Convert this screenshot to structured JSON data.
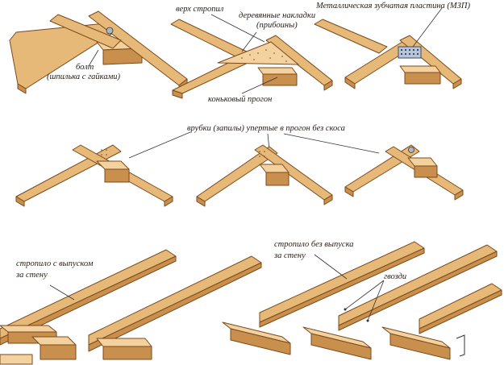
{
  "labels": {
    "bolt_line1": "болт",
    "bolt_line2": "(шпилька с гайками)",
    "rafter_top": "верх стропил",
    "wood_overlays_line1": "деревянные накладки",
    "wood_overlays_line2": "(прибоины)",
    "ridge_purlin": "коньковый прогон",
    "metal_plate": "Металлическая зубчатая пластина (МЗП)",
    "notches": "врубки (запилы) упертые в прогон без скоса",
    "rafter_overhang_line1": "стропило с выпуском",
    "rafter_overhang_line2": "за стену",
    "rafter_no_overhang_line1": "стропило без выпуска",
    "rafter_no_overhang_line2": "за стену",
    "nails": "гвозди"
  },
  "colors": {
    "wood_face": "#e7b978",
    "wood_shadow": "#c98f4c",
    "wood_light": "#f3d29f",
    "wood_edge": "#7a4a1c",
    "metal_plate": "#b8c4d8"
  }
}
